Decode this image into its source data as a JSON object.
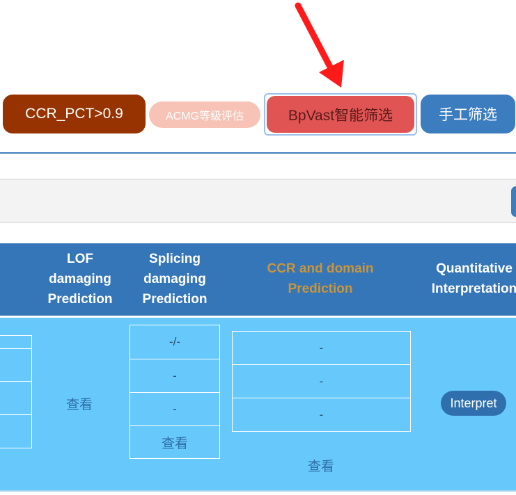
{
  "filters": {
    "ccr_label": "CCR_PCT>0.9",
    "acmg_label": "ACMG等级评估",
    "bpvast_label": "BpVast智能筛选",
    "manual_label": "手工筛选"
  },
  "table": {
    "headers": {
      "lof": "LOF\ndamaging\nPrediction",
      "splicing": "Splicing\ndamaging\nPrediction",
      "ccr_domain": "CCR and domain\nPrediction",
      "quantitative": "Quantitative\nInterpretation"
    },
    "row": {
      "lof_link": "查看",
      "splicing_cells": [
        "-/-",
        "-",
        "-"
      ],
      "splicing_link": "查看",
      "ccr_cells": [
        "-",
        "-",
        "-"
      ],
      "ccr_link": "查看",
      "interpret_label": "Interpret"
    }
  },
  "colors": {
    "ccr_button": "#963300",
    "acmg_button": "#f6c3b6",
    "bpvast_button": "#e05554",
    "manual_button": "#3b7dbf",
    "header_bg": "#3576b8",
    "row_bg": "#66c8fb",
    "annotation_arrow": "#ff1a1a"
  },
  "icons": {
    "annotation": "red-arrow-icon"
  }
}
